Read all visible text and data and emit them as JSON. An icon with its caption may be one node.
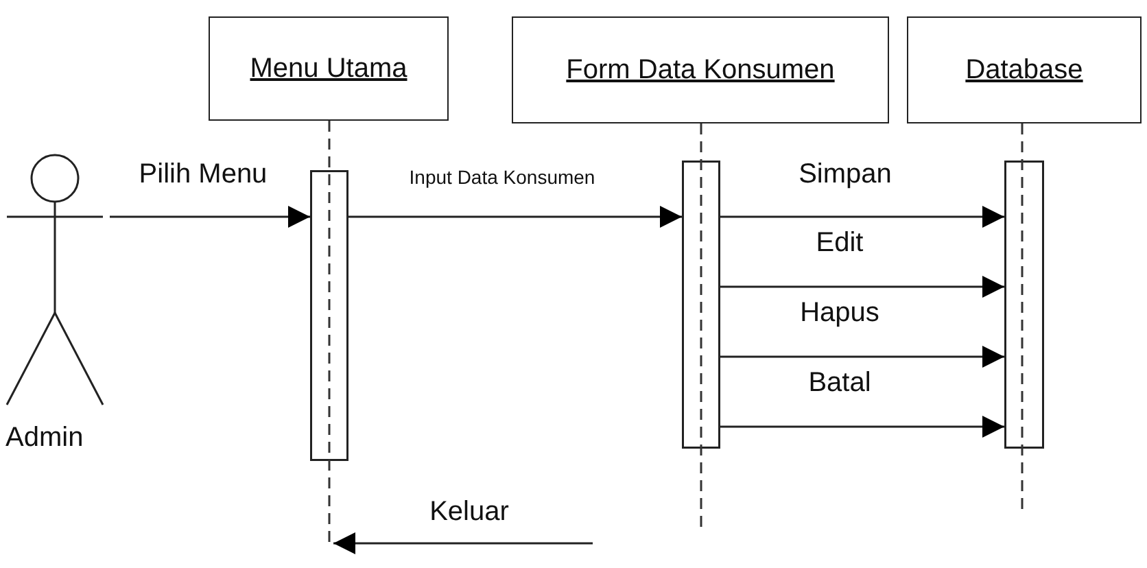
{
  "diagram": {
    "nodes": [
      {
        "text": [
          "Menu Utama"
        ]
      },
      {
        "text": [
          "Form Data Konsumen"
        ]
      },
      {
        "text": [
          "Database"
        ]
      },
      {
        "text": [
          "Admin"
        ]
      },
      {
        "text": [],
        "shape": "bar"
      },
      {
        "text": [],
        "shape": "bar"
      },
      {
        "text": [],
        "shape": "bar"
      },
      {
        "text": [],
        "shape": "line"
      },
      {
        "text": [],
        "shape": "line"
      },
      {
        "text": [],
        "shape": "line"
      }
    ],
    "edges": [
      {
        "from": 3,
        "to": 4,
        "arrow": "to",
        "label": "Pilih Menu"
      },
      {
        "from": 4,
        "to": 5,
        "arrow": "to",
        "label": "Input Data Konsumen"
      },
      {
        "from": 5,
        "to": 6,
        "arrow": "to",
        "label": "Simpan"
      },
      {
        "from": 5,
        "to": 6,
        "arrow": "to",
        "label": "Edit"
      },
      {
        "from": 5,
        "to": 6,
        "arrow": "to",
        "label": "Hapus"
      },
      {
        "from": 5,
        "to": 6,
        "arrow": "to",
        "label": "Batal"
      },
      {
        "from": null,
        "to": 7,
        "arrow": "to",
        "label": "Keluar"
      }
    ]
  }
}
